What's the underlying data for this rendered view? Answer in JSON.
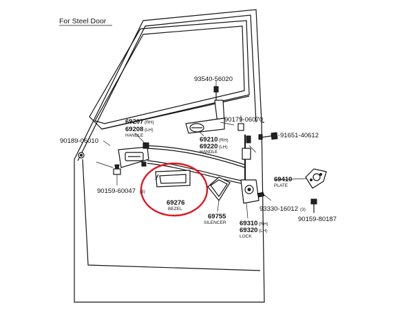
{
  "title": "For Steel Door",
  "parts": {
    "screw_top": {
      "number": "93540-56020"
    },
    "handle_inside": {
      "number_rh": "69207",
      "suffix_rh": "(RH)",
      "number_lh": "69208",
      "suffix_lh": "(LH)",
      "name": "HANDLE"
    },
    "clip_left": {
      "number": "90189-06010"
    },
    "screw_left": {
      "number": "90159-60047",
      "qty": "(3)"
    },
    "bezel": {
      "number": "69276",
      "name": "BEZEL"
    },
    "clip_mid": {
      "number": "90179-06070"
    },
    "handle_outside": {
      "number_rh": "69210",
      "suffix_rh": "(RH)",
      "number_lh": "69220",
      "suffix_lh": "(LH)",
      "name": "HANDLE"
    },
    "bolt_right": {
      "number": "91651-40612"
    },
    "plate": {
      "number": "69410",
      "name": "PLATE"
    },
    "silencer": {
      "number": "69755",
      "name": "SILENCER"
    },
    "screw_lock": {
      "number": "93330-16012",
      "qty": "(3)"
    },
    "lock": {
      "number_rh": "69310",
      "suffix_rh": "(RH)",
      "number_lh": "69320",
      "suffix_lh": "(LH)",
      "name": "LOCK"
    },
    "bolt_plate": {
      "number": "90159-80187"
    }
  },
  "highlight": {
    "target": "bezel",
    "color": "#e0141e"
  },
  "colors": {
    "line": "#111111",
    "background": "#ffffff"
  }
}
